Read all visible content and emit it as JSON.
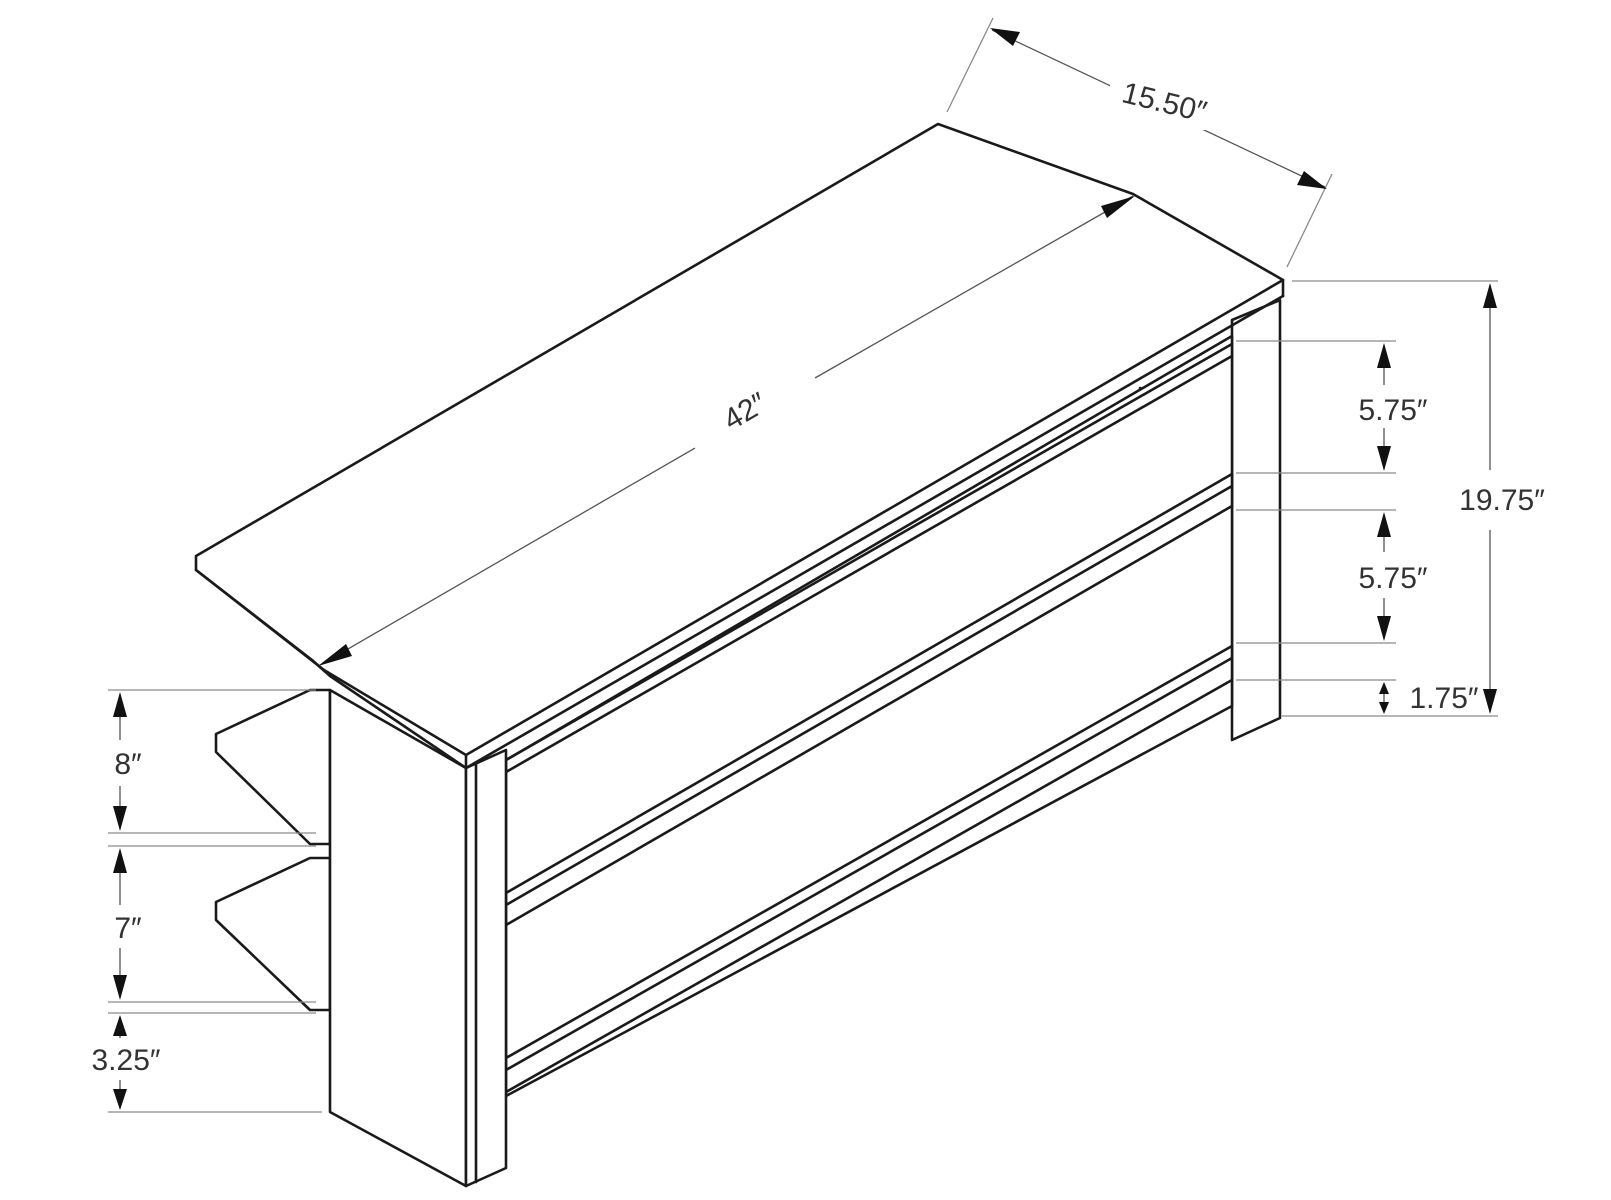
{
  "dimensions": {
    "length": "42″",
    "depth": "15.50″",
    "height_total": "19.75″",
    "shelf_gap_upper": "5.75″",
    "shelf_gap_lower": "5.75″",
    "bottom_clearance": "1.75″",
    "side_shelf_top_gap": "8″",
    "side_shelf_middle_gap": "7″",
    "side_shelf_bottom_clearance": "3.25″"
  },
  "colors": {
    "outline": "#1a1a1a",
    "dimension_line": "#555555",
    "label": "#333333",
    "background": "#ffffff"
  }
}
